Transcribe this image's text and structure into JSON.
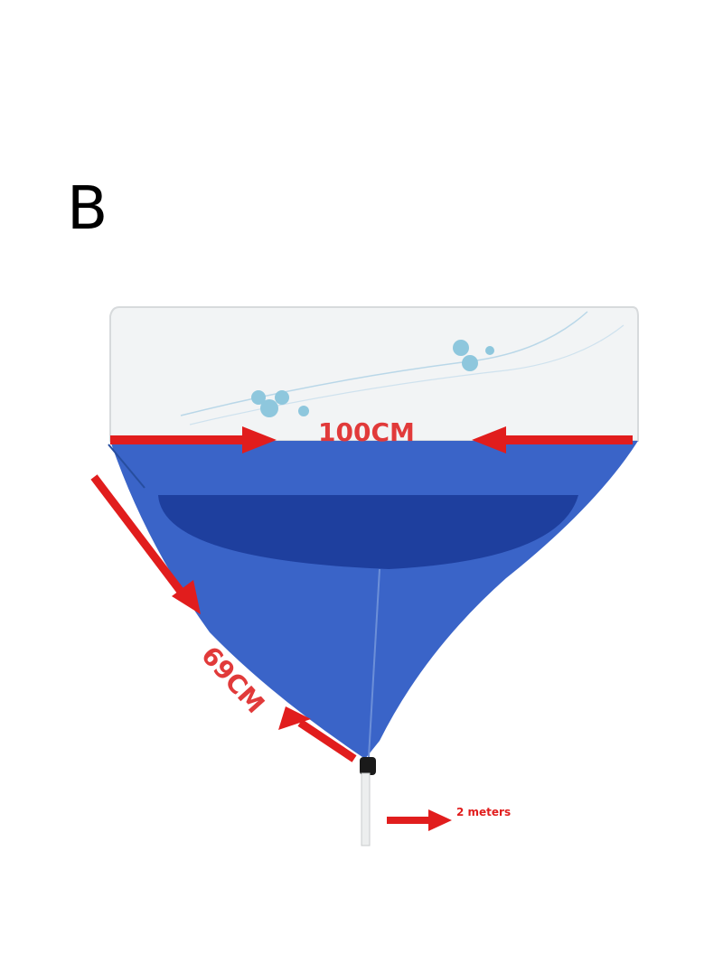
{
  "variant_label": "B",
  "dimensions": {
    "width": "100CM",
    "depth": "69CM",
    "hose_length": "2 meters"
  },
  "colors": {
    "cover_blue": "#3a64c8",
    "cover_inner": "#1e3f9e",
    "arrow_red": "#e11d1d",
    "unit_white": "#f2f4f5"
  }
}
